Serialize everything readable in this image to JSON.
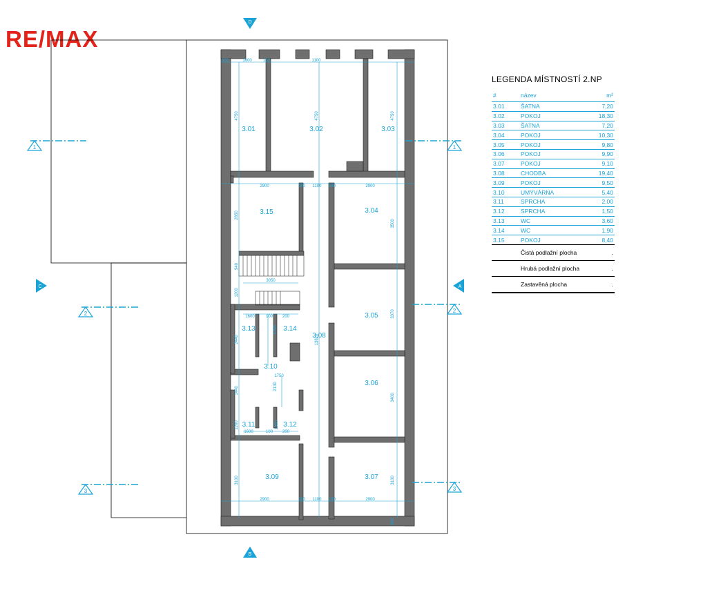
{
  "logo": {
    "text": "RE/MAX"
  },
  "section_markers": {
    "top": "D",
    "bottom": "B",
    "left": "C",
    "right": "A"
  },
  "axis_markers": {
    "one": "1",
    "two": "2",
    "three": "3"
  },
  "room_labels": {
    "r301": "3.01",
    "r302": "3.02",
    "r303": "3.03",
    "r304": "3.04",
    "r305": "3.05",
    "r306": "3.06",
    "r307": "3.07",
    "r308": "3.08",
    "r309": "3.09",
    "r310": "3.10",
    "r311": "3.11",
    "r312": "3.12",
    "r313": "3.13",
    "r314": "3.14",
    "r315": "3.15"
  },
  "dimensions": {
    "d300": "300",
    "d1600": "1600",
    "d150": "150",
    "d1100": "1100",
    "d2900": "2900",
    "d4750": "4750",
    "d2850": "2850",
    "d3500": "3500",
    "d940": "940",
    "d3050": "3050",
    "d1200": "1200",
    "d100": "100",
    "d200": "200",
    "d2440": "2440",
    "d1750": "1750",
    "d13820": "13820",
    "d3370": "3370",
    "d2130": "2130",
    "d1440": "1440",
    "d3400": "3400",
    "d3100": "3100",
    "d1000": "1000"
  },
  "legend": {
    "title": "LEGENDA MÍSTNOSTÍ 2.NP",
    "col_num": "#",
    "col_name": "název",
    "col_area": "m²",
    "rows": [
      {
        "num": "3.01",
        "name": "ŠATNA",
        "area": "7,20"
      },
      {
        "num": "3.02",
        "name": "POKOJ",
        "area": "18,30"
      },
      {
        "num": "3.03",
        "name": "ŠATNA",
        "area": "7,20"
      },
      {
        "num": "3.04",
        "name": "POKOJ",
        "area": "10,30"
      },
      {
        "num": "3.05",
        "name": "POKOJ",
        "area": "9,80"
      },
      {
        "num": "3.06",
        "name": "POKOJ",
        "area": "9,90"
      },
      {
        "num": "3.07",
        "name": "POKOJ",
        "area": "9,10"
      },
      {
        "num": "3.08",
        "name": "CHODBA",
        "area": "19,40"
      },
      {
        "num": "3.09",
        "name": "POKOJ",
        "area": "9,50"
      },
      {
        "num": "3.10",
        "name": "UMÝVÁRNA",
        "area": "5,40"
      },
      {
        "num": "3.11",
        "name": "SPRCHA",
        "area": "2,00"
      },
      {
        "num": "3.12",
        "name": "SPRCHA",
        "area": "1,50"
      },
      {
        "num": "3.13",
        "name": "WC",
        "area": "3,60"
      },
      {
        "num": "3.14",
        "name": "WC",
        "area": "1,90"
      },
      {
        "num": "3.15",
        "name": "POKOJ",
        "area": "8,40"
      }
    ],
    "summary": [
      {
        "label": "Čistá podlažní plocha",
        "value": "."
      },
      {
        "label": "Hrubá podlažní plocha",
        "value": "."
      },
      {
        "label": "Zastavěná plocha",
        "value": "."
      }
    ]
  },
  "colors": {
    "wall": "#6f6f6f",
    "accent": "#1aa3d6",
    "brand_red": "#e2231a",
    "brand_blue": "#003da5"
  }
}
